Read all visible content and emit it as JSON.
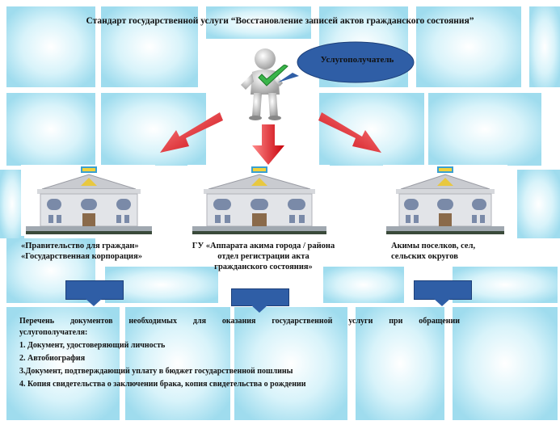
{
  "title": "Стандарт государственной услуги “Восстановление записей актов гражданского состояния”",
  "recipient_label": "Услугополучатель",
  "providers": [
    {
      "lines": [
        "«Правительство для граждан»",
        "«Государственная корпорация»"
      ]
    },
    {
      "lines": [
        "ГУ «Аппарата акима города / района",
        "отдел регистрации акта",
        "гражданского состояния»"
      ]
    },
    {
      "lines": [
        "Акимы поселков, сел,",
        "сельских округов"
      ]
    }
  ],
  "documents": {
    "intro_line1": "Перечень документов необходимых для оказания государственной услуги при обращении",
    "intro_line2": "услугополучателя:",
    "items": [
      "1. Документ, удостоверяющий личность",
      "2. Автобиография",
      "3.Документ, подтверждающий уплату в бюджет государственной пошлины",
      "4. Копия свидетельства о заключении брака, копия свидетельства о рождении"
    ]
  },
  "colors": {
    "arrow": "#e8141c",
    "box": "#2f5ea6",
    "bubble": "#2f5ea6",
    "tile": "#b8e8f4"
  },
  "icons": [
    "person-icon",
    "checkmark-icon",
    "speech-bubble-icon",
    "building-icon",
    "red-arrow-icon",
    "down-caret-icon"
  ]
}
